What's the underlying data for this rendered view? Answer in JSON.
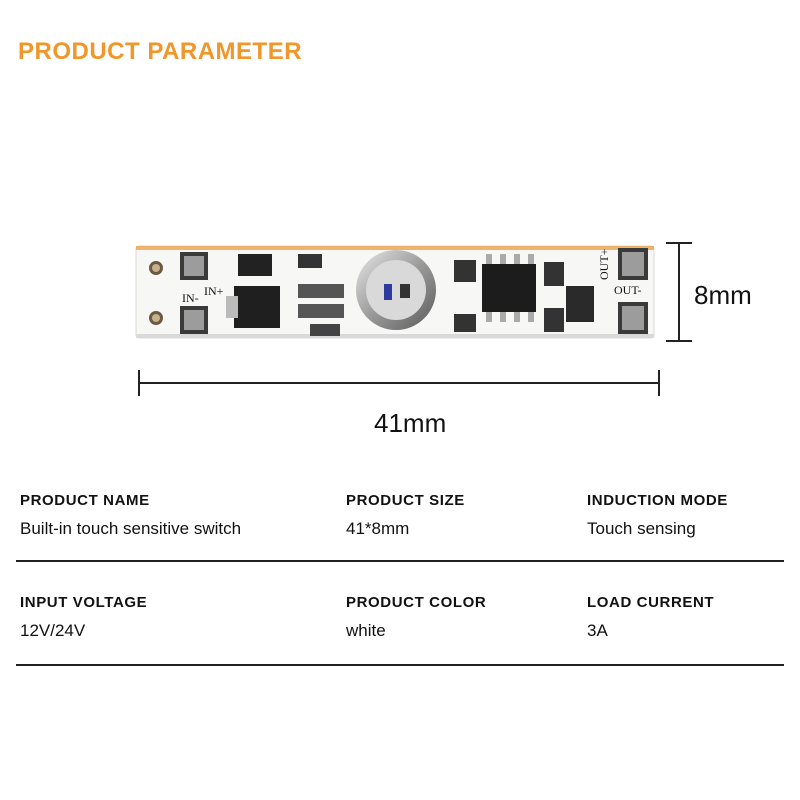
{
  "header": {
    "title": "PRODUCT PARAMETER"
  },
  "dimensions": {
    "height_label": "8mm",
    "width_label": "41mm"
  },
  "board_marks": {
    "in_plus": "IN+",
    "in_minus": "IN-",
    "out_plus": "OUT+",
    "out_minus": "OUT-"
  },
  "specs": [
    [
      {
        "key": "PRODUCT NAME",
        "value": "Built-in touch sensitive switch"
      },
      {
        "key": "PRODUCT SIZE",
        "value": "41*8mm"
      },
      {
        "key": "INDUCTION MODE",
        "value": "Touch sensing"
      }
    ],
    [
      {
        "key": "INPUT VOLTAGE",
        "value": "12V/24V"
      },
      {
        "key": "PRODUCT COLOR",
        "value": "white"
      },
      {
        "key": "LOAD CURRENT",
        "value": "3A"
      }
    ]
  ],
  "colors": {
    "title": "#f0962a",
    "board": "#f7f7f5",
    "board_edge": "#e8a34a"
  }
}
